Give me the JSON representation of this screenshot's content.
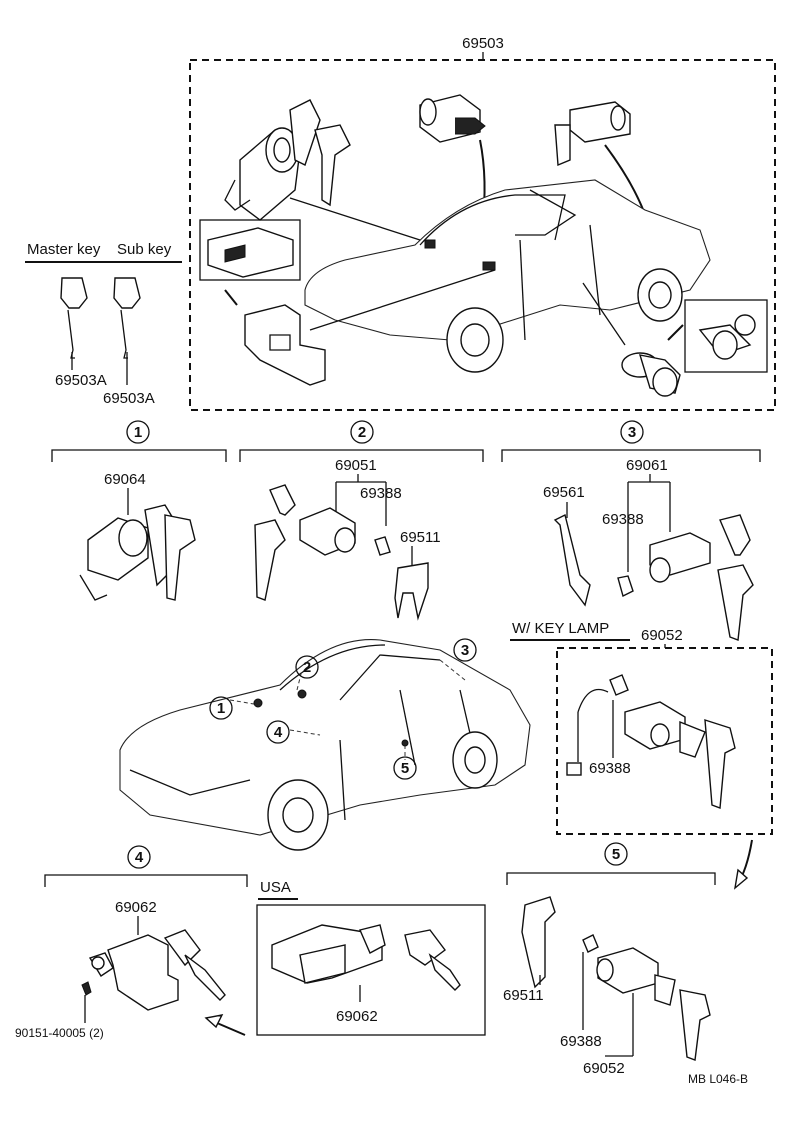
{
  "diagram": {
    "kit_box_label": "69503",
    "master_key_header": "Master key",
    "sub_key_header": "Sub key",
    "master_key_part": "69503A",
    "sub_key_part": "69503A",
    "sections": [
      {
        "marker": "1",
        "parts": [
          "69064"
        ]
      },
      {
        "marker": "2",
        "parts": [
          "69051",
          "69388",
          "69511"
        ]
      },
      {
        "marker": "3",
        "parts": [
          "69061",
          "69561",
          "69388"
        ]
      },
      {
        "marker": "4",
        "parts": [
          "69062",
          "90151-40005 (2)"
        ]
      },
      {
        "marker": "5",
        "parts": [
          "69511",
          "69388",
          "69052"
        ]
      }
    ],
    "key_lamp_header": "W/ KEY  LAMP",
    "key_lamp_part": "69052",
    "key_lamp_sub_part": "69388",
    "usa_header": "USA",
    "usa_part": "69062",
    "car_markers": [
      "1",
      "2",
      "3",
      "4",
      "5"
    ],
    "footer_code": "MB  L046-B"
  }
}
